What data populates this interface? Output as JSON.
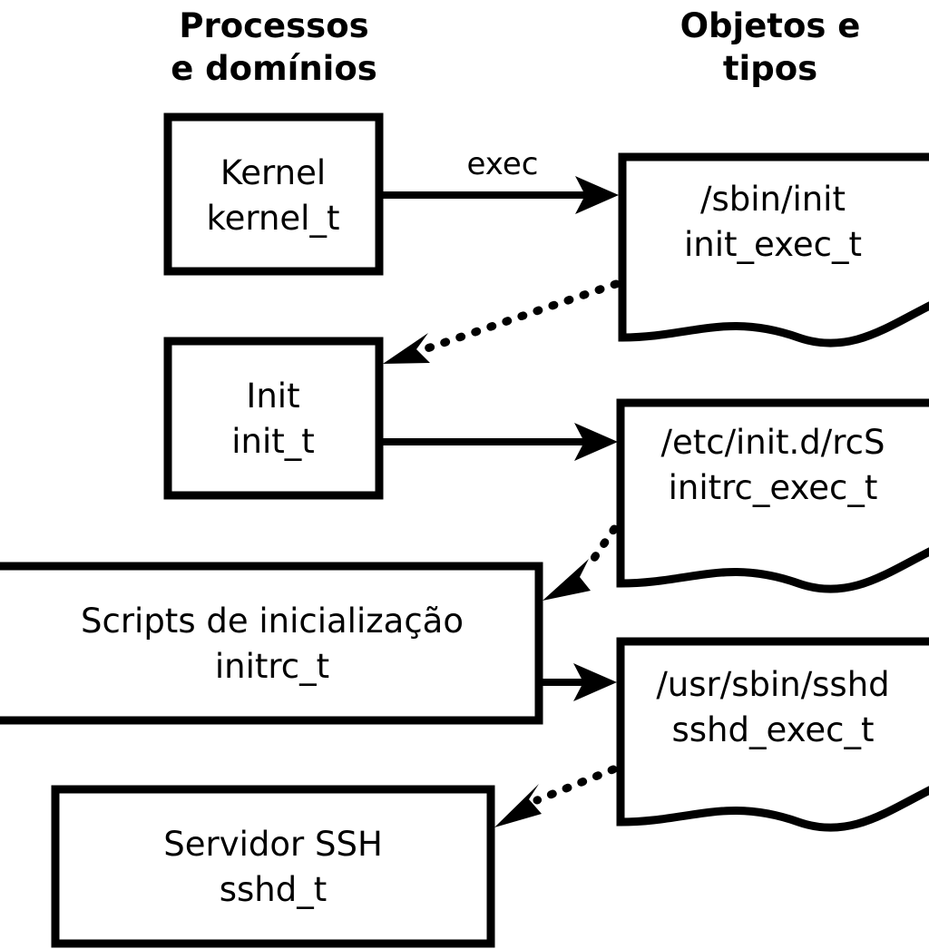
{
  "diagram": {
    "title_left": {
      "line1": "Processos",
      "line2": "e domínios"
    },
    "title_right": {
      "line1": "Objetos e",
      "line2": "tipos"
    },
    "processes": [
      {
        "id": "kernel",
        "line1": "Kernel",
        "line2": "kernel_t"
      },
      {
        "id": "init",
        "line1": "Init",
        "line2": "init_t"
      },
      {
        "id": "initrc",
        "line1": "Scripts de inicialização",
        "line2": "initrc_t"
      },
      {
        "id": "sshd",
        "line1": "Servidor SSH",
        "line2": "sshd_t"
      }
    ],
    "objects": [
      {
        "id": "init_exec",
        "line1": "/sbin/init",
        "line2": "init_exec_t"
      },
      {
        "id": "initrc_exec",
        "line1": "/etc/init.d/rcS",
        "line2": "initrc_exec_t"
      },
      {
        "id": "sshd_exec",
        "line1": "/usr/sbin/sshd",
        "line2": "sshd_exec_t"
      }
    ],
    "edges": [
      {
        "id": "kernel-to-init_exec",
        "label": "exec",
        "style": "solid"
      },
      {
        "id": "init_exec-to-init",
        "label": "",
        "style": "dotted"
      },
      {
        "id": "init-to-initrc_exec",
        "label": "",
        "style": "solid"
      },
      {
        "id": "initrc_exec-to-initrc",
        "label": "",
        "style": "dotted"
      },
      {
        "id": "initrc-to-sshd_exec",
        "label": "",
        "style": "solid"
      },
      {
        "id": "sshd_exec-to-sshd",
        "label": "",
        "style": "dotted"
      }
    ],
    "colors": {
      "stroke": "#000000",
      "fill": "#ffffff",
      "text": "#000000"
    }
  }
}
